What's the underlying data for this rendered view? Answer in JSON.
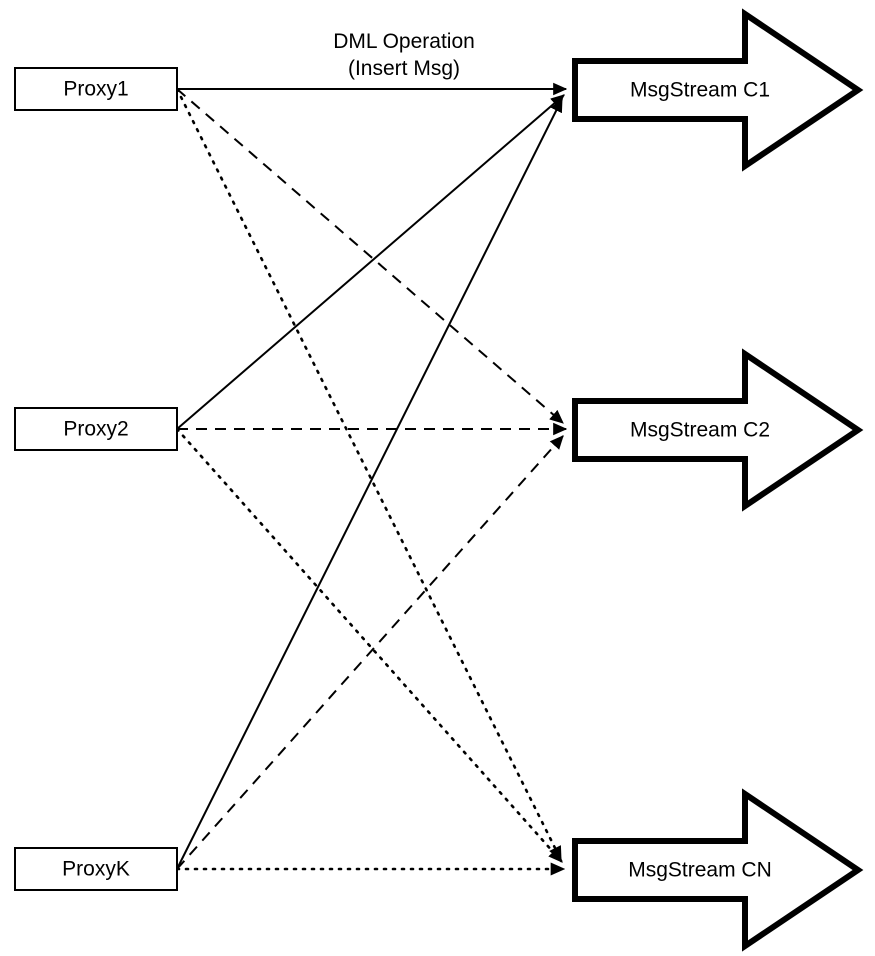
{
  "diagram": {
    "title": "DML Operation message routing from proxies to message streams",
    "background_color": "#ffffff",
    "stroke_color": "#000000",
    "edge_caption": {
      "line1": "DML Operation",
      "line2": "(Insert Msg)"
    },
    "proxies": [
      {
        "id": "proxy1",
        "label": "Proxy1"
      },
      {
        "id": "proxy2",
        "label": "Proxy2"
      },
      {
        "id": "proxyk",
        "label": "ProxyK"
      }
    ],
    "streams": [
      {
        "id": "c1",
        "label": "MsgStream C1",
        "edge_style": "solid"
      },
      {
        "id": "c2",
        "label": "MsgStream C2",
        "edge_style": "dashed"
      },
      {
        "id": "cn",
        "label": "MsgStream CN",
        "edge_style": "dotted"
      }
    ],
    "edges": [
      {
        "from": "Proxy1",
        "to": "MsgStream C1",
        "style": "solid"
      },
      {
        "from": "Proxy2",
        "to": "MsgStream C1",
        "style": "solid"
      },
      {
        "from": "ProxyK",
        "to": "MsgStream C1",
        "style": "solid"
      },
      {
        "from": "Proxy1",
        "to": "MsgStream C2",
        "style": "dashed"
      },
      {
        "from": "Proxy2",
        "to": "MsgStream C2",
        "style": "dashed"
      },
      {
        "from": "ProxyK",
        "to": "MsgStream C2",
        "style": "dashed"
      },
      {
        "from": "Proxy1",
        "to": "MsgStream CN",
        "style": "dotted"
      },
      {
        "from": "Proxy2",
        "to": "MsgStream CN",
        "style": "dotted"
      },
      {
        "from": "ProxyK",
        "to": "MsgStream CN",
        "style": "dotted"
      }
    ]
  }
}
